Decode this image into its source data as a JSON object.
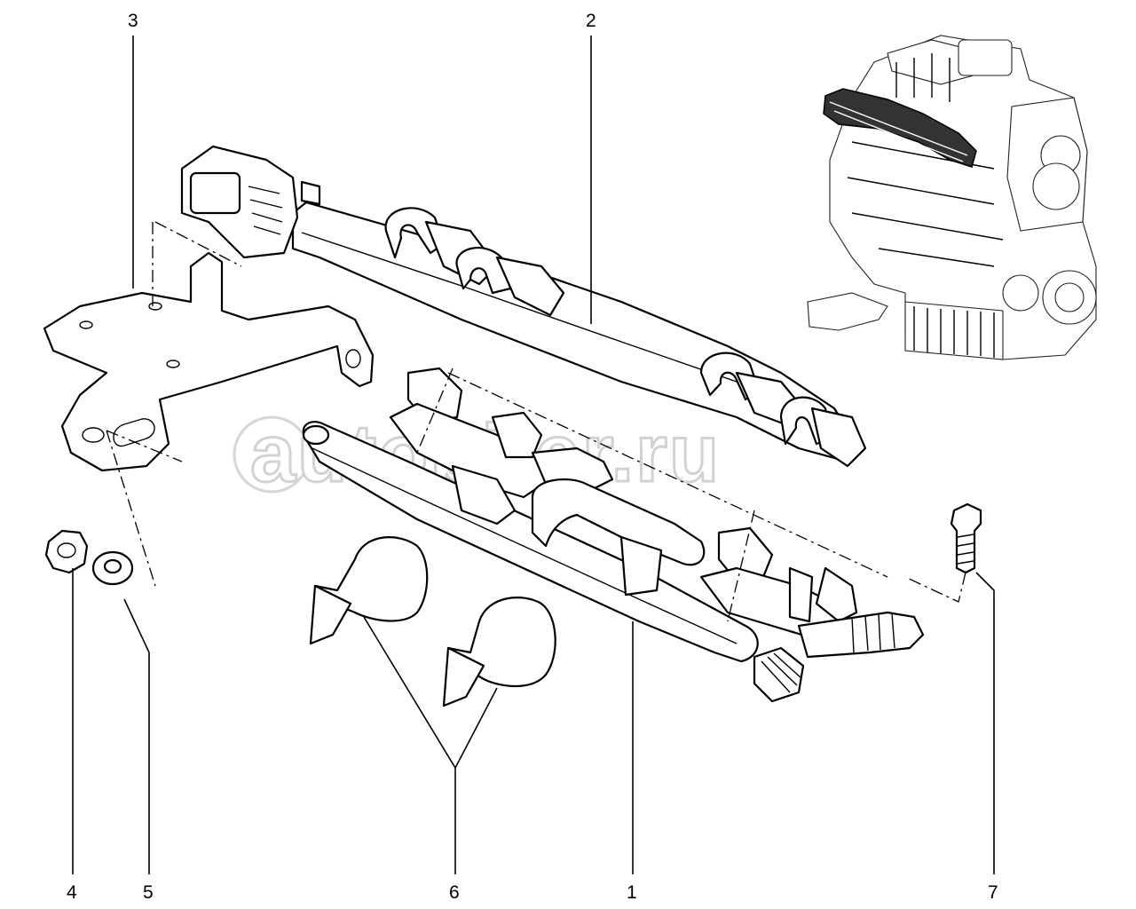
{
  "callouts": {
    "c1": "1",
    "c2": "2",
    "c3": "3",
    "c4": "4",
    "c5": "5",
    "c6": "6",
    "c7": "7"
  },
  "watermark": {
    "text": "autopiter.ru"
  },
  "colors": {
    "line": "#000000",
    "background": "#ffffff",
    "watermark": "#d2d2d2"
  }
}
